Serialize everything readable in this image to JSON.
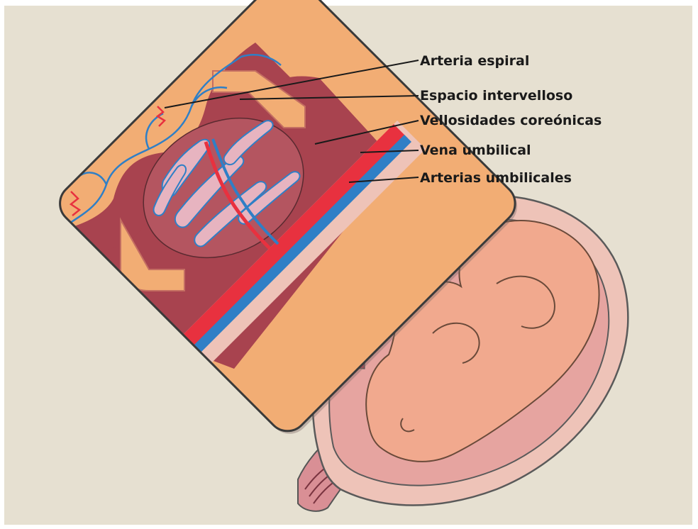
{
  "labels": {
    "arteria_espiral": "Arteria espiral",
    "espacio_intervelloso": "Espacio intervelloso",
    "vellosidades_coreonicas": "Vellosidades coreónicas",
    "vena_umbilical": "Vena umbilical",
    "arterias_umbilicales": "Arterias umbilicales"
  },
  "colors": {
    "background": "#e6e0d1",
    "uterine_wall": "#eec3b8",
    "fetus_skin": "#f1a98e",
    "placenta_tissue": "#a8434f",
    "maternal_layer": "#f2ad74",
    "artery_red": "#e8313f",
    "vein_blue": "#2f7fc6",
    "villus_pink": "#e7b4c0",
    "outline": "#3a3a3a"
  }
}
